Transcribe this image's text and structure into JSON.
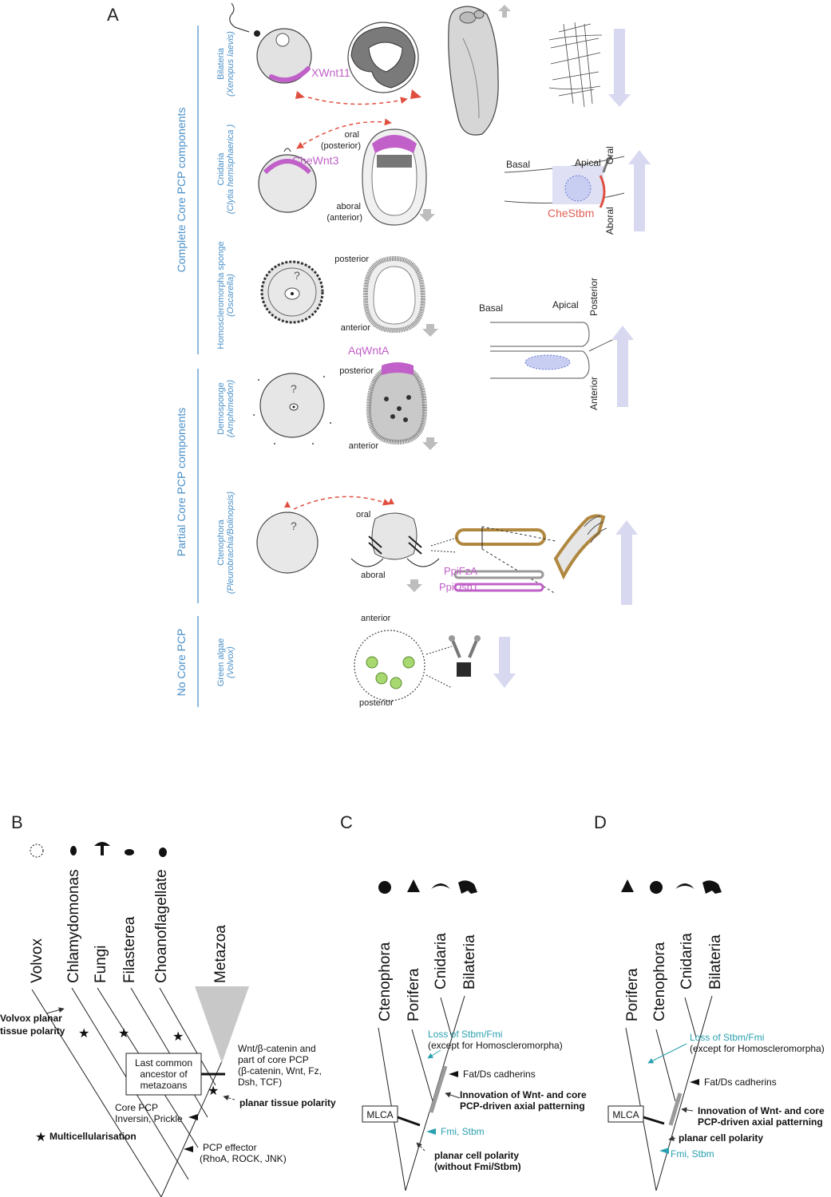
{
  "panel_a": {
    "letter": "A",
    "groups": {
      "complete": "Complete Core PCP components",
      "partial": "Partial  Core PCP components",
      "none": "No  Core PCP"
    },
    "rows": {
      "bilateria": {
        "name": "Bilateria",
        "species": "(Xenopus laevis)"
      },
      "cnidaria": {
        "name": "Cnidaria",
        "species": "(Clytia hemisphaerica )"
      },
      "homoscleromorpha": {
        "name": "Homoscleromorpha sponge",
        "species": "(Oscarella)"
      },
      "demosponge": {
        "name": "Demosponge",
        "species": "(Amphimedon)"
      },
      "ctenophora": {
        "name": "Ctenophora",
        "species": "(Pleurobrachia/Bolinopsis)"
      },
      "green_algae": {
        "name": "Green algae",
        "species": "(Volvox)"
      }
    },
    "labels": {
      "xwnt11": "XWnt11",
      "chewnt3": "CheWnt3",
      "aqwnta": "AqWntA",
      "chestbm": "CheStbm",
      "ppifza": "PpiFzA",
      "ppidsh1": "PpiDsh1",
      "oral": "oral",
      "posterior_paren": "(posterior)",
      "aboral": "aboral",
      "anterior_paren": "(anterior)",
      "posterior": "posterior",
      "anterior": "anterior",
      "basal": "Basal",
      "apical": "Apical",
      "oral_cap": "Oral",
      "aboral_cap": "Aboral",
      "posterior_cap": "Posterior",
      "anterior_cap": "Anterior",
      "question": "?"
    }
  },
  "panel_b": {
    "letter": "B",
    "taxa": [
      "Volvox",
      "Chlamydomonas",
      "Fungi",
      "Filasterea",
      "Choanoflagellate",
      "Metazoa"
    ],
    "volvox_polarity": [
      "Volvox planar",
      "tissue polarity"
    ],
    "lca": [
      "Last common",
      "ancestor of",
      "metazoans"
    ],
    "wnt": [
      "Wnt/β-catenin and",
      "part of core PCP",
      "(β-catenin, Wnt, Fz,",
      "Dsh, TCF)"
    ],
    "planar_tissue": "planar tissue polarity",
    "core_pcp": [
      "Core PCP",
      "Inversin, Prickle"
    ],
    "effector": [
      "PCP effector",
      "(RhoA, ROCK, JNK)"
    ],
    "multicell": "Multicellularisation"
  },
  "panel_c": {
    "letter": "C",
    "taxa": [
      "Ctenophora",
      "Porifera",
      "Cnidaria",
      "Bilateria"
    ],
    "loss": "Loss of Stbm/Fmi",
    "except": "(except for Homoscleromorpha)",
    "fatds": "Fat/Ds cadherins",
    "innovation": [
      "Innovation of Wnt- and core",
      "PCP-driven axial patterning"
    ],
    "mlca": "MLCA",
    "fmi": "Fmi, Stbm",
    "pcp": [
      "planar cell polarity",
      "(without Fmi/Stbm)"
    ]
  },
  "panel_d": {
    "letter": "D",
    "taxa": [
      "Porifera",
      "Ctenophora",
      "Cnidaria",
      "Bilateria"
    ],
    "loss": "Loss of Stbm/Fmi",
    "except": "(except for Homoscleromorpha)",
    "fatds": "Fat/Ds cadherins",
    "innovation": [
      "Innovation of Wnt- and core",
      "PCP-driven axial patterning"
    ],
    "mlca": "MLCA",
    "pcp": "planar cell polarity",
    "fmi": "Fmi, Stbm"
  },
  "colors": {
    "blue_text": "#4a90c8",
    "magenta": "#c060c8",
    "red": "#e05040",
    "teal": "#2aa0b0",
    "lavender": "#d8d8f0",
    "gray": "#bdbdbd"
  }
}
